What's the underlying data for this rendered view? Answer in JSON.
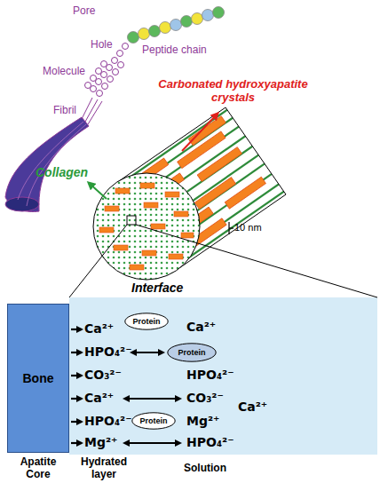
{
  "diagram": {
    "nodes": [
      {
        "text": [
          "Bone"
        ]
      },
      {
        "text": [
          "Protein"
        ]
      },
      {
        "text": [
          "Protein"
        ]
      },
      {
        "text": [
          "Protein"
        ]
      }
    ],
    "labels": [
      "Pore",
      "Peptide chain",
      "Hole",
      "Molecule",
      "Carbonated hydroxyapatite crystals",
      "Fibril",
      "Collagen",
      "10 nm",
      "Interface",
      "Ca²⁺",
      "Ca²⁺",
      "HPO₄²⁻",
      "CO₃²⁻",
      "HPO₄²⁻",
      "Ca²⁺",
      "CO₃²⁻",
      "Ca²⁺",
      "HPO₄²⁻",
      "Mg²⁺",
      "Mg²⁺",
      "HPO₄²⁻",
      "Apatite Core",
      "Hydrated layer",
      "Solution"
    ]
  }
}
